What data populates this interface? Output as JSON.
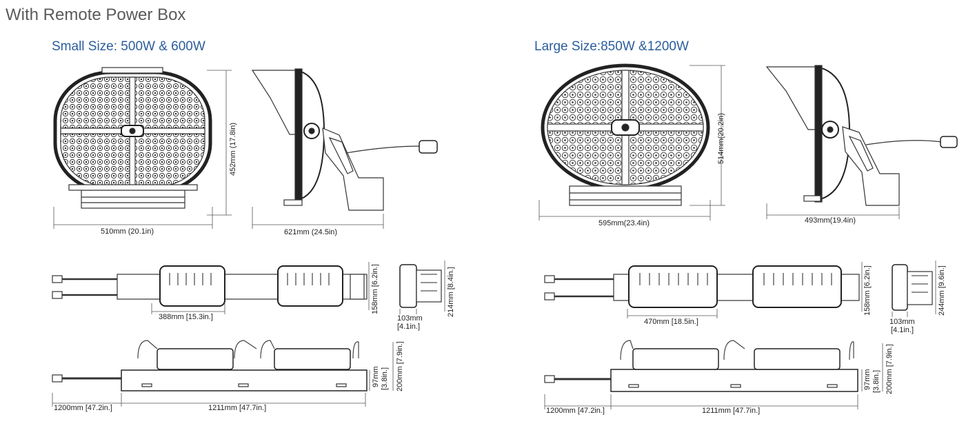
{
  "heading": "With Remote Power Box",
  "small": {
    "title": "Small Size: 500W & 600W",
    "front_width": "510mm (20.1in)",
    "front_height": "452mm (17.8in)",
    "side_depth": "621mm (24.5in)",
    "box_length": "388mm [15.3in.]",
    "box_height": "158mm [6.2in.]",
    "box_end_width_line1": "103mm",
    "box_end_width_line2": "[4.1in.]",
    "box_end_height": "214mm [8.4in.]",
    "cable_length": "1200mm [47.2in.]",
    "rail_length": "1211mm [47.7in.]",
    "rail_height_line1": "97mm",
    "rail_height_line2": "[3.8in.]",
    "total_height": "200mm [7.9in.]"
  },
  "large": {
    "title": "Large Size:850W &1200W",
    "front_width": "595mm(23.4in)",
    "front_height": "514mm(20.2in)",
    "side_depth": "493mm(19.4in)",
    "box_length": "470mm [18.5in.]",
    "box_height": "158mm [6.2in.]",
    "box_end_width_line1": "103mm",
    "box_end_width_line2": "[4.1in.]",
    "box_end_height": "244mm [9.6in.]",
    "cable_length": "1200mm [47.2in.]",
    "rail_length": "1211mm [47.7in.]",
    "rail_height_line1": "97mm",
    "rail_height_line2": "[3.8in.]",
    "total_height": "200mm [7.9in.]"
  }
}
